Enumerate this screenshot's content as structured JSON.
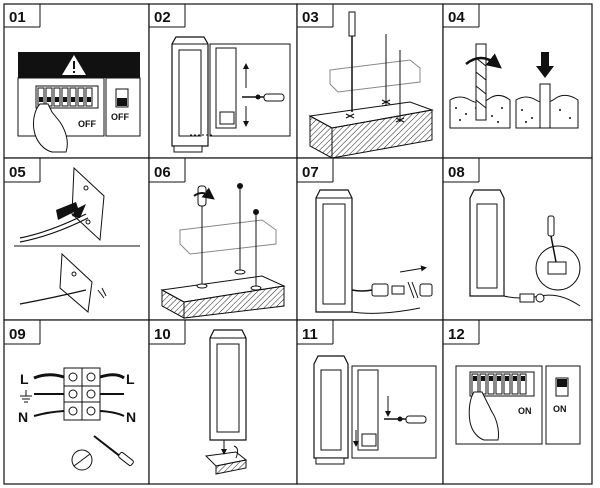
{
  "steps": [
    {
      "number": "01",
      "texts": {
        "off_a": "OFF",
        "off_b": "OFF"
      }
    },
    {
      "number": "02"
    },
    {
      "number": "03"
    },
    {
      "number": "04"
    },
    {
      "number": "05"
    },
    {
      "number": "06"
    },
    {
      "number": "07"
    },
    {
      "number": "08"
    },
    {
      "number": "09",
      "texts": {
        "l_left": "L",
        "l_right": "L",
        "n_left": "N",
        "n_right": "N"
      }
    },
    {
      "number": "10"
    },
    {
      "number": "11"
    },
    {
      "number": "12",
      "texts": {
        "on_a": "ON",
        "on_b": "ON"
      }
    }
  ],
  "colors": {
    "ink": "#111111",
    "grey": "#888888",
    "light": "#dddddd",
    "bg": "#ffffff"
  },
  "icons": [
    "warning-triangle-icon",
    "hand-icon",
    "screwdriver-icon",
    "drill-icon",
    "arrow-icon",
    "earth-symbol-icon"
  ]
}
